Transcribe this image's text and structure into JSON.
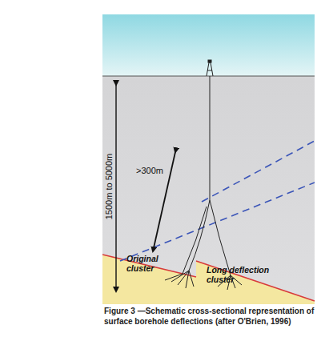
{
  "diagram": {
    "caption": "Figure 3 —Schematic cross-sectional representation of surface borehole deflections (after O'Brien, 1996)",
    "labels": [
      "1500m to 5000m",
      ">300m",
      "Original cluster",
      "Long deflection cluster"
    ]
  }
}
